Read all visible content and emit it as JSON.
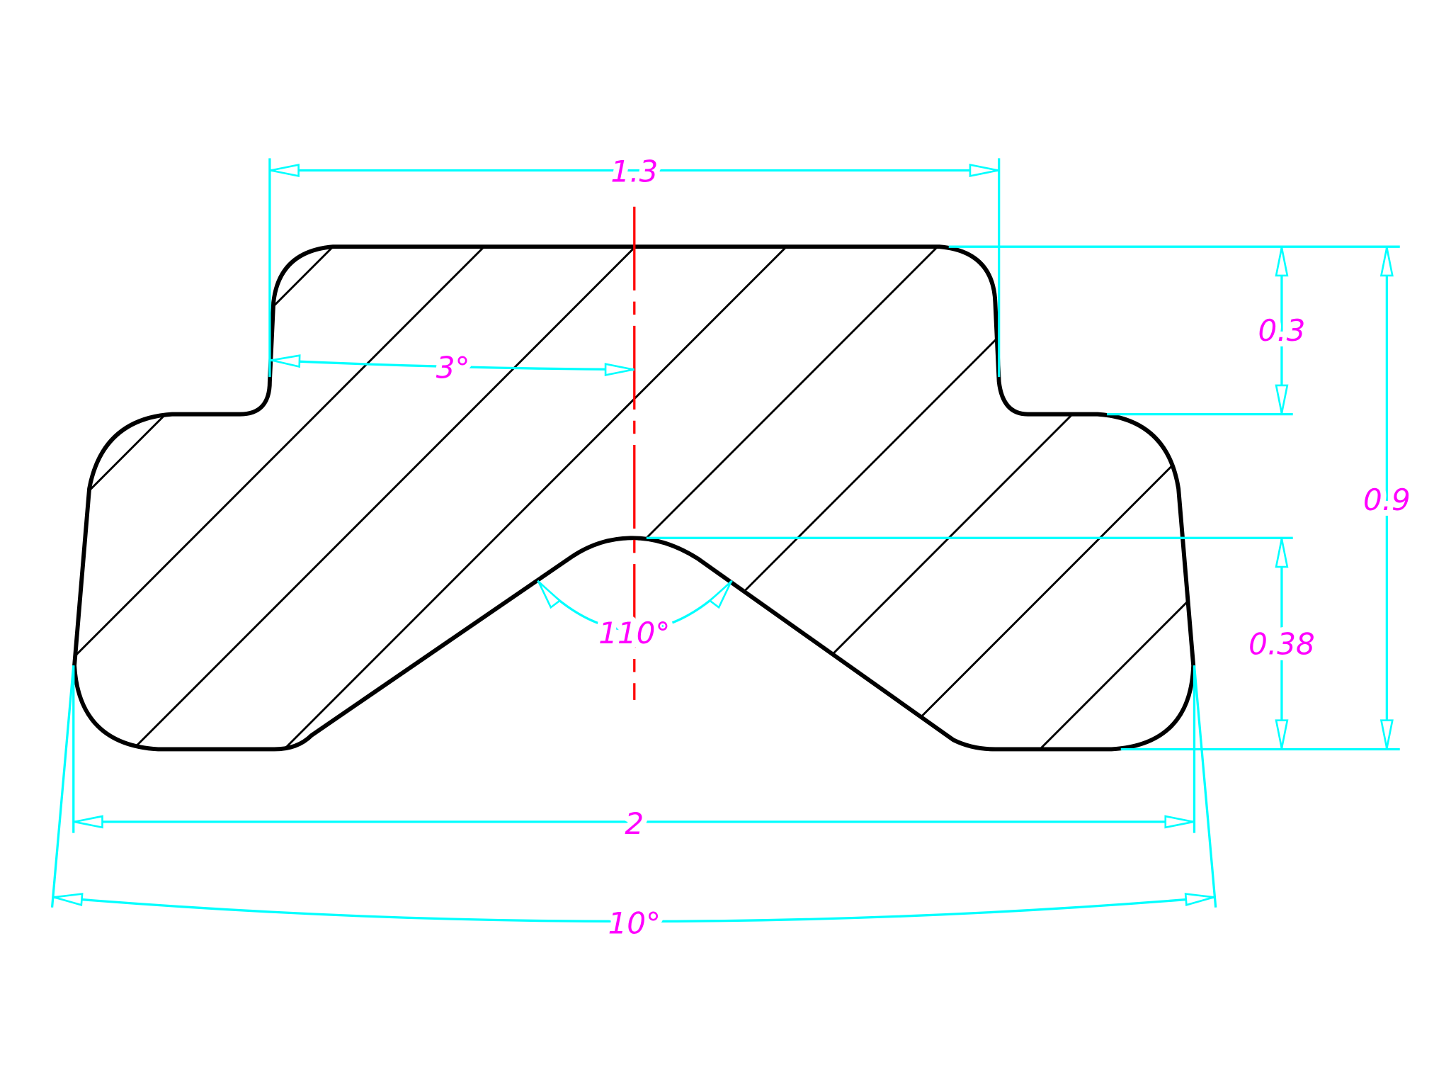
{
  "colors": {
    "outline": "#000000",
    "dimension": "#00FFFF",
    "text": "#FF00FF",
    "centerline": "#FF0000",
    "background": "#FFFFFF"
  },
  "dimensions": {
    "top_width": "1.3",
    "upper_height": "0.3",
    "total_height": "0.9",
    "groove_depth": "0.38",
    "bottom_width": "2",
    "side_taper_angle": "10°",
    "neck_taper_angle": "3°",
    "groove_angle": "110°"
  }
}
